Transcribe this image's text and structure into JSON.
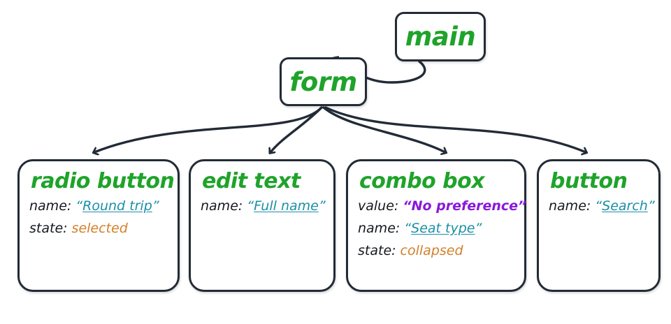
{
  "diagram": {
    "type": "accessibility-tree",
    "root_label": "main",
    "nodes": [
      {
        "id": "main",
        "label": "main",
        "attributes": []
      },
      {
        "id": "form",
        "label": "form",
        "attributes": []
      },
      {
        "id": "radio-button",
        "label": "radio button",
        "attributes": [
          {
            "key": "name:",
            "value": "Round trip",
            "style": "link",
            "quoted": true
          },
          {
            "key": "state:",
            "value": "selected",
            "style": "state",
            "quoted": false
          }
        ]
      },
      {
        "id": "edit-text",
        "label": "edit text",
        "attributes": [
          {
            "key": "name:",
            "value": "Full name",
            "style": "link",
            "quoted": true
          }
        ]
      },
      {
        "id": "combo-box",
        "label": "combo box",
        "attributes": [
          {
            "key": "value:",
            "value": "No preference",
            "style": "accent",
            "quoted": true
          },
          {
            "key": "name:",
            "value": "Seat type",
            "style": "link",
            "quoted": true
          },
          {
            "key": "state:",
            "value": "collapsed",
            "style": "state",
            "quoted": false
          }
        ]
      },
      {
        "id": "button",
        "label": "button",
        "attributes": [
          {
            "key": "name:",
            "value": "Search",
            "style": "link",
            "quoted": true
          }
        ]
      }
    ],
    "edges": [
      {
        "from": "main",
        "to": "form"
      },
      {
        "from": "form",
        "to": "radio-button"
      },
      {
        "from": "form",
        "to": "edit-text"
      },
      {
        "from": "form",
        "to": "combo-box"
      },
      {
        "from": "form",
        "to": "button"
      }
    ],
    "quote_open": "“",
    "quote_close": "”",
    "colors": {
      "node_label": "#1fa32a",
      "attribute_key": "#14181d",
      "link_value": "#1b8fa6",
      "accent_value": "#8a18d8",
      "state_value": "#d2802a",
      "stroke": "#222b36",
      "background": "#ffffff"
    }
  }
}
